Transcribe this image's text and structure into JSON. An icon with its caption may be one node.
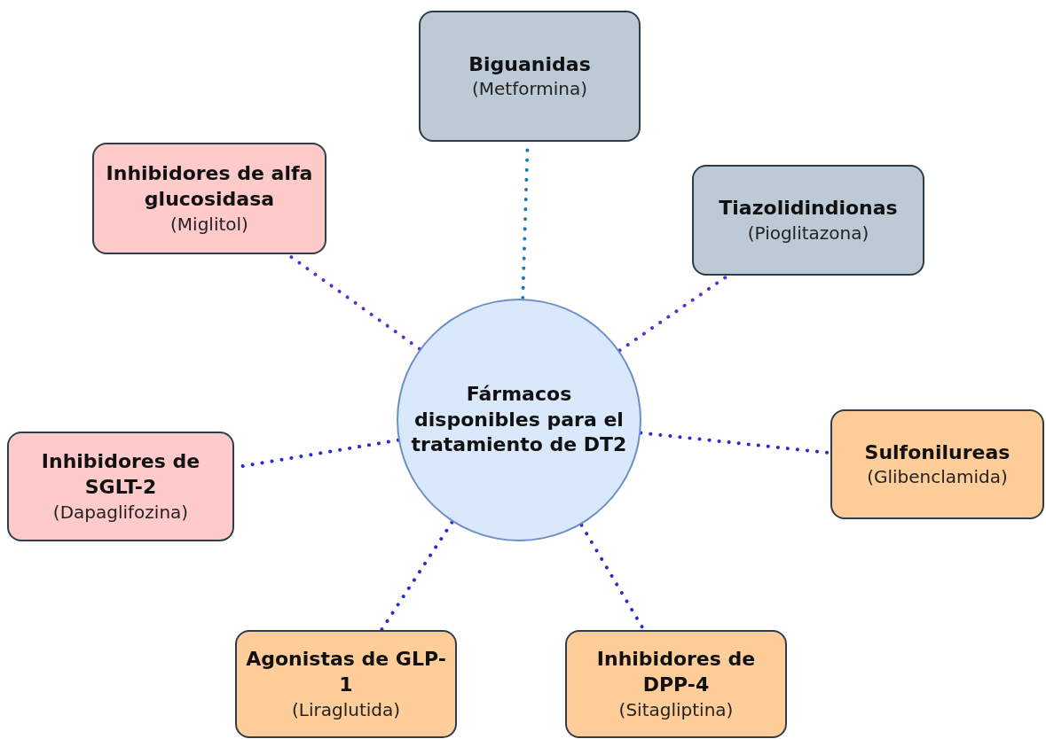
{
  "diagram": {
    "nodes": [
      {
        "text": [
          "Biguanidas",
          "(Metformina)"
        ]
      },
      {
        "text": [
          "Inhibidores de alfa glucosidasa",
          "(Miglitol)"
        ]
      },
      {
        "text": [
          "Tiazolidindionas",
          "(Pioglitazona)"
        ]
      },
      {
        "text": [
          "Fármacos disponibles para el tratamiento de DT2"
        ]
      },
      {
        "text": [
          "Inhibidores de SGLT-2",
          "(Dapaglifozina)"
        ]
      },
      {
        "text": [
          "Sulfonilureas",
          "(Glibenclamida)"
        ]
      },
      {
        "text": [
          "Agonistas de GLP-1",
          "(Liraglutida)"
        ]
      },
      {
        "text": [
          "Inhibidores de DPP-4",
          "(Sitagliptina)"
        ]
      }
    ],
    "edges": [
      {
        "from": 3,
        "to": 0,
        "arrow": "none",
        "color": "#1f78b4"
      },
      {
        "from": 3,
        "to": 1,
        "arrow": "none",
        "color": "#5a2fd0"
      },
      {
        "from": 3,
        "to": 2,
        "arrow": "none",
        "color": "#5a2fd0"
      },
      {
        "from": 3,
        "to": 4,
        "arrow": "none"
      },
      {
        "from": 3,
        "to": 5,
        "arrow": "none"
      },
      {
        "from": 3,
        "to": 6,
        "arrow": "none"
      },
      {
        "from": 3,
        "to": 7,
        "arrow": "none"
      }
    ]
  }
}
